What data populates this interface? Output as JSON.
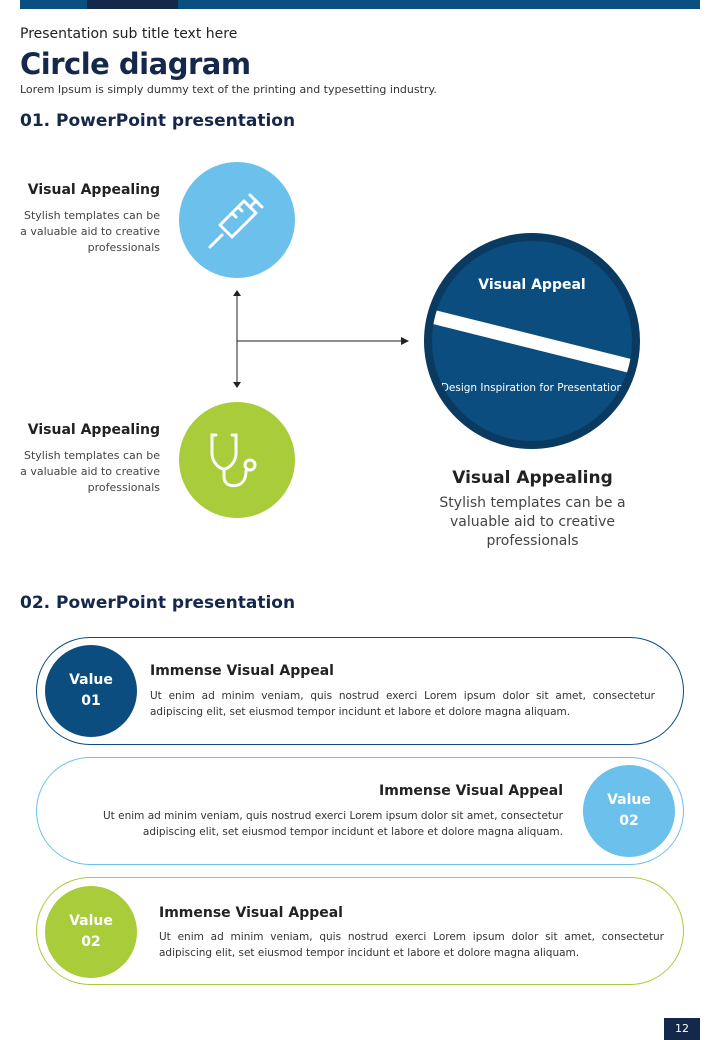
{
  "header": {
    "subtitle": "Presentation sub title text here",
    "title": "Circle diagram",
    "description": "Lorem Ipsum is simply dummy text of the printing and typesetting industry."
  },
  "section1": {
    "heading": "01. PowerPoint presentation",
    "items": [
      {
        "title": "Visual Appealing",
        "text": "Stylish templates can be a valuable aid to creative professionals",
        "icon": "syringe-icon",
        "color": "#6cc0ec"
      },
      {
        "title": "Visual Appealing",
        "text": "Stylish templates can be a valuable aid to creative professionals",
        "icon": "stethoscope-icon",
        "color": "#a8cc3a"
      }
    ],
    "big_circle": {
      "top": "Visual Appeal",
      "bottom": "Design Inspiration for Presentation",
      "color": "#0b4d7f"
    },
    "caption": {
      "title": "Visual Appealing",
      "text": "Stylish templates can be a valuable aid to creative professionals"
    }
  },
  "section2": {
    "heading": "02. PowerPoint presentation",
    "rows": [
      {
        "badge1": "Value",
        "badge2": "01",
        "title": "Immense Visual Appeal",
        "text": "Ut enim ad minim veniam, quis nostrud exerci  Lorem ipsum dolor sit amet, consectetur adipiscing elit, set eiusmod tempor incidunt et labore et dolore magna aliquam.",
        "color": "#0b4d7f"
      },
      {
        "badge1": "Value",
        "badge2": "02",
        "title": "Immense Visual Appeal",
        "text": "Ut enim ad minim veniam, quis nostrud exerci  Lorem ipsum dolor sit amet, consectetur adipiscing elit, set eiusmod tempor incidunt et labore et dolore magna aliquam.",
        "color": "#6cc0ec"
      },
      {
        "badge1": "Value",
        "badge2": "02",
        "title": "Immense Visual Appeal",
        "text": "Ut enim ad minim veniam, quis nostrud exerci  Lorem ipsum dolor sit amet, consectetur adipiscing elit, set eiusmod tempor incidunt et labore et dolore magna aliquam.",
        "color": "#a8cc3a"
      }
    ]
  },
  "page_number": "12"
}
